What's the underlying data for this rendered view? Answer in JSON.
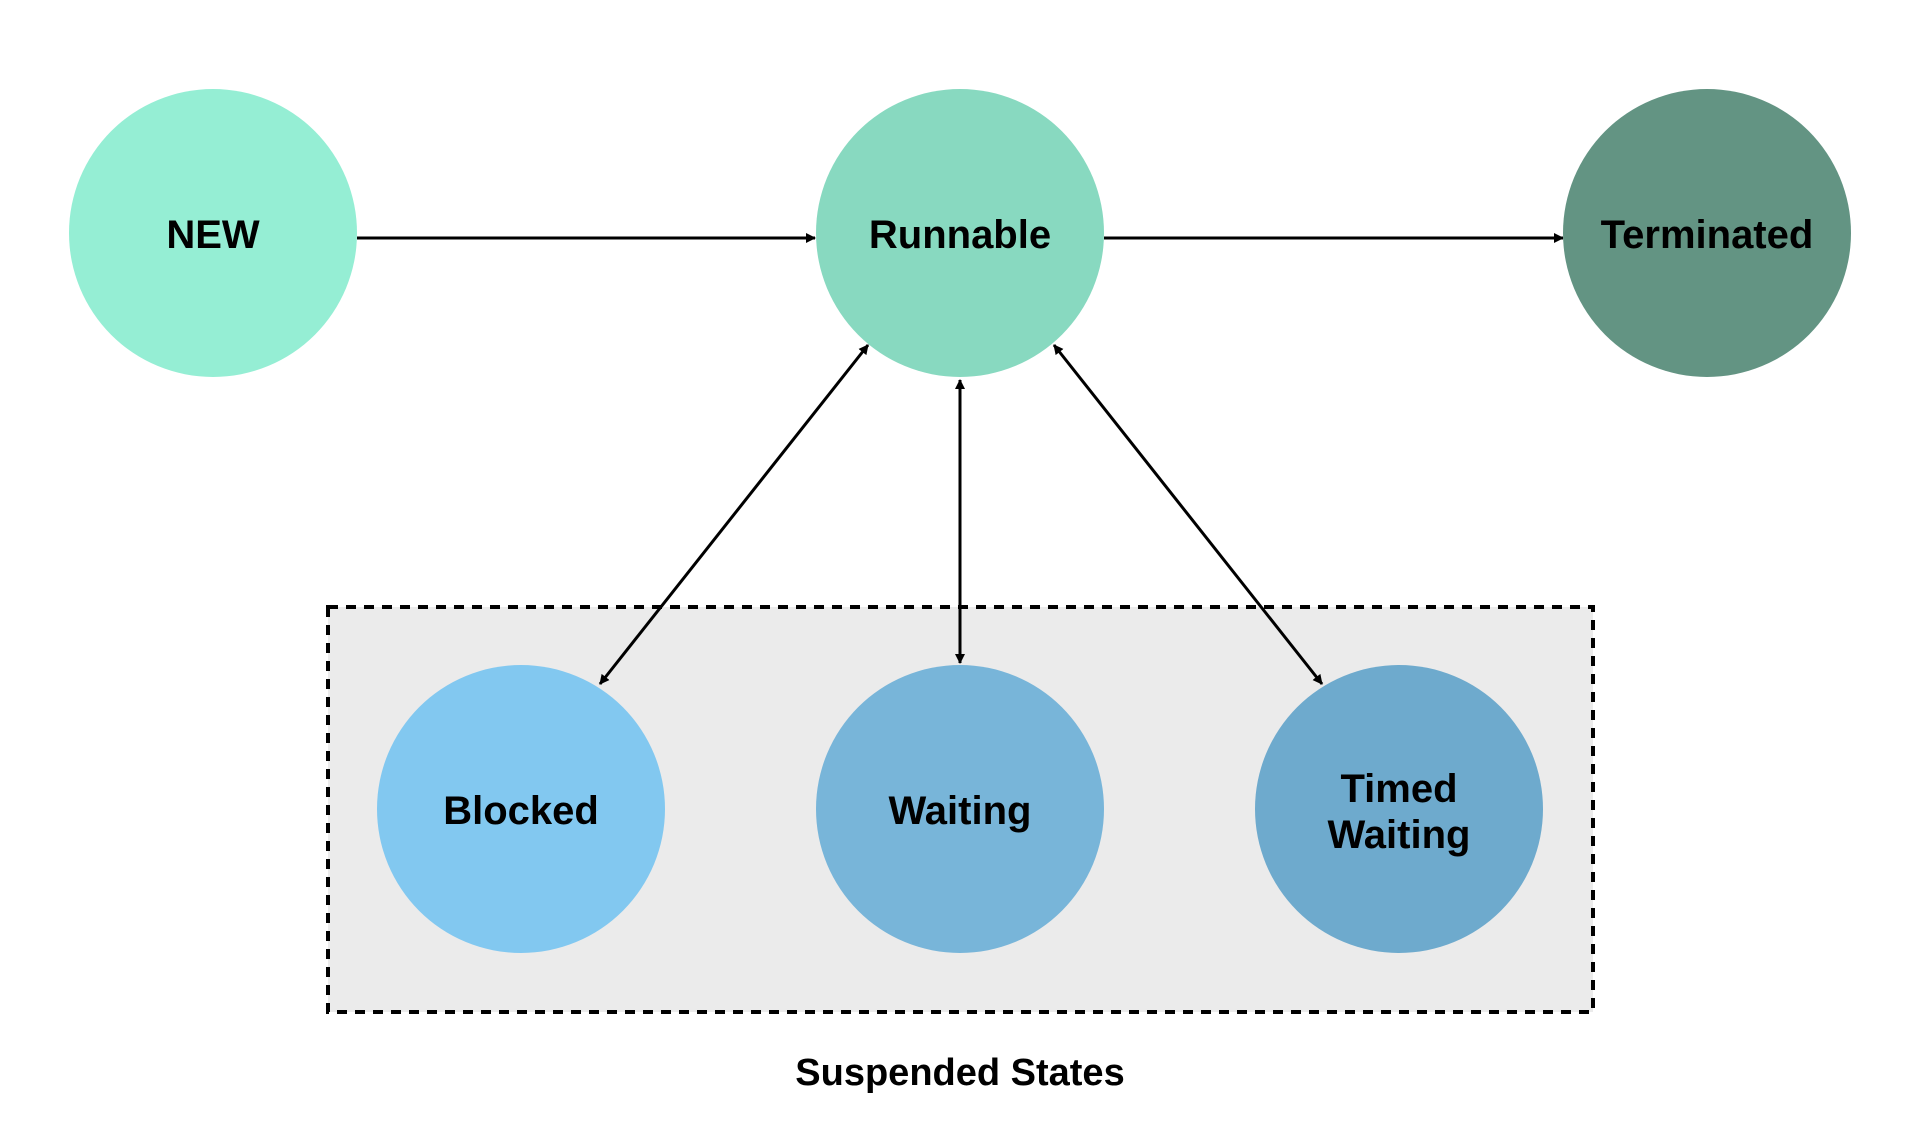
{
  "diagram": {
    "group": {
      "label": "Suspended States",
      "fill": "#ebebeb",
      "border": "#000000"
    },
    "nodes": {
      "new": {
        "label": "NEW",
        "color": "#95eed4"
      },
      "runnable": {
        "label": "Runnable",
        "color": "#88d9c0"
      },
      "terminated": {
        "label": "Terminated",
        "color": "#639483"
      },
      "blocked": {
        "label": "Blocked",
        "color": "#82c8f0"
      },
      "waiting": {
        "label": "Waiting",
        "color": "#78b5d9"
      },
      "timed_waiting": {
        "label_line1": "Timed",
        "label_line2": "Waiting",
        "color": "#6eaacd"
      }
    },
    "edges": [
      {
        "from": "NEW",
        "to": "Runnable",
        "direction": "one-way"
      },
      {
        "from": "Runnable",
        "to": "Terminated",
        "direction": "one-way"
      },
      {
        "from": "Runnable",
        "to": "Blocked",
        "direction": "two-way"
      },
      {
        "from": "Runnable",
        "to": "Waiting",
        "direction": "two-way"
      },
      {
        "from": "Runnable",
        "to": "Timed Waiting",
        "direction": "two-way"
      }
    ]
  }
}
